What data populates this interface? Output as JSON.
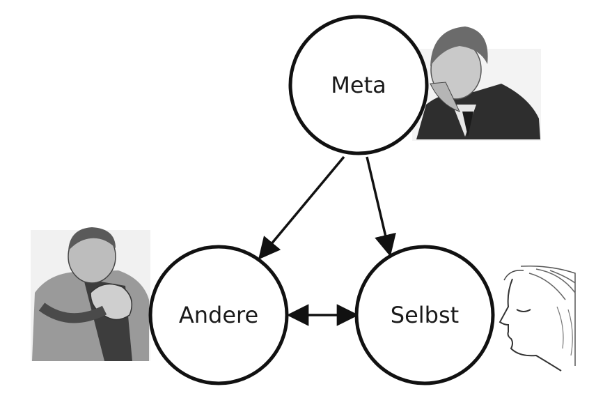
{
  "diagram": {
    "nodes": [
      {
        "id": "meta",
        "label": "Meta"
      },
      {
        "id": "andere",
        "label": "Andere"
      },
      {
        "id": "selbst",
        "label": "Selbst"
      }
    ],
    "edges": [
      {
        "from": "meta",
        "to": "andere",
        "direction": "forward"
      },
      {
        "from": "meta",
        "to": "selbst",
        "direction": "forward"
      },
      {
        "from": "andere",
        "to": "selbst",
        "direction": "both"
      }
    ],
    "illustrations": [
      {
        "attached_to": "meta",
        "icon": "thinking-man-portrait-icon"
      },
      {
        "attached_to": "andere",
        "icon": "man-hands-clasped-portrait-icon"
      },
      {
        "attached_to": "selbst",
        "icon": "woman-profile-sketch-icon"
      }
    ],
    "colors": {
      "stroke": "#111111",
      "background": "#ffffff",
      "photo_shade": "#3a3a3a"
    }
  }
}
